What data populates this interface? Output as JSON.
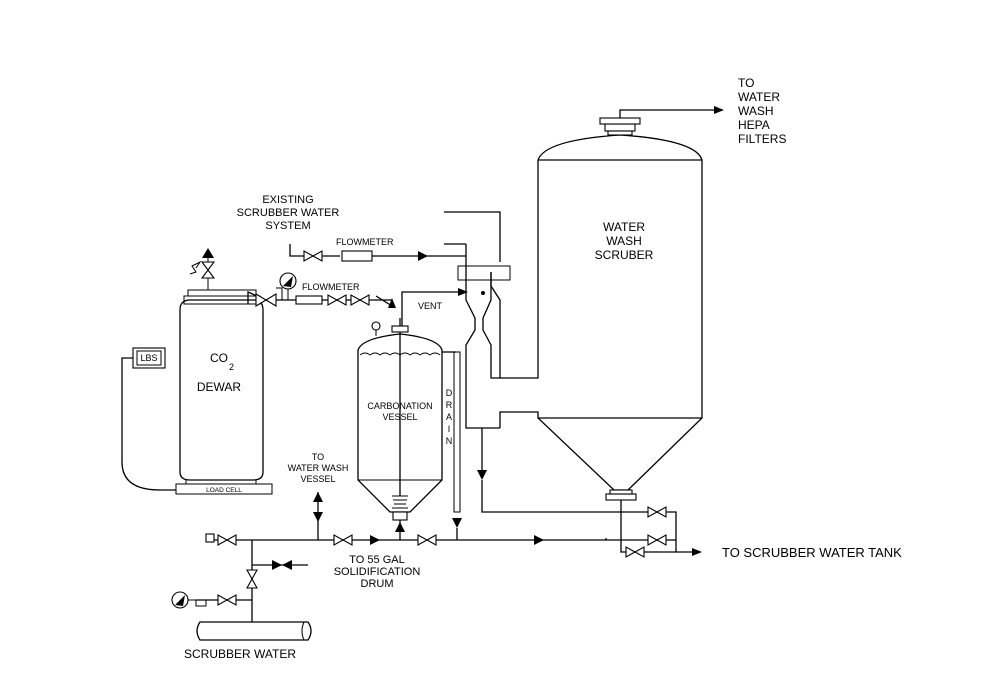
{
  "labels": {
    "to_hepa": [
      "TO",
      "WATER",
      "WASH",
      "HEPA",
      "FILTERS"
    ],
    "scrubber_title": [
      "WATER",
      "WASH",
      "SCRUBER"
    ],
    "existing_system": [
      "EXISTING",
      "SCRUBBER WATER",
      "SYSTEM"
    ],
    "flowmeter_top": "FLOWMETER",
    "flowmeter_bottom": "FLOWMETER",
    "vent": "VENT",
    "lbs": "LBS",
    "co": "CO",
    "co_sub": "2",
    "dewar": "DEWAR",
    "carbonation": [
      "CARBONATION",
      "VESSEL"
    ],
    "drain": [
      "D",
      "R",
      "A",
      "I",
      "N"
    ],
    "load_cell": "LOAD CELL",
    "to_water_wash_vessel": [
      "TO",
      "WATER WASH",
      "VESSEL"
    ],
    "to_drum": [
      "TO 55 GAL",
      "SOLIDIFICATION",
      "DRUM"
    ],
    "to_scrubber_tank": "TO SCRUBBER WATER TANK",
    "scrubber_water": "SCRUBBER WATER"
  }
}
